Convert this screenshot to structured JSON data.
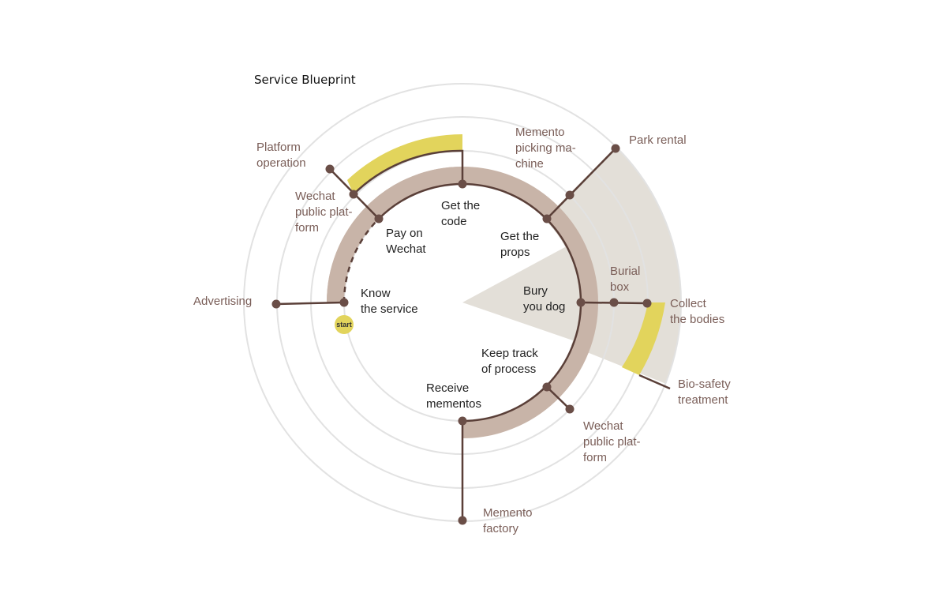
{
  "title": "Service Blueprint",
  "colors": {
    "ring": "#d9d9d9",
    "band": "#c8b4a8",
    "line": "#5a3f38",
    "yellow": "#e2d45c",
    "wedge": "#e3dfd8",
    "outer_text": "#7a5e58",
    "inner_text": "#222222"
  },
  "start_label": "start",
  "steps": [
    {
      "id": "know",
      "lines": [
        "Know",
        "the service"
      ]
    },
    {
      "id": "pay",
      "lines": [
        "Pay on",
        "Wechat"
      ]
    },
    {
      "id": "code",
      "lines": [
        "Get the",
        "code"
      ]
    },
    {
      "id": "props",
      "lines": [
        "Get the",
        "props"
      ]
    },
    {
      "id": "bury",
      "lines": [
        "Bury",
        "you dog"
      ]
    },
    {
      "id": "track",
      "lines": [
        "Keep track",
        "of process"
      ]
    },
    {
      "id": "receive",
      "lines": [
        "Receive",
        "mementos"
      ]
    }
  ],
  "touchpoints": [
    {
      "id": "advertising",
      "lines": [
        "Advertising"
      ]
    },
    {
      "id": "platform-operation",
      "lines": [
        "Platform",
        "operation"
      ]
    },
    {
      "id": "wechat-public-platform-1",
      "lines": [
        "Wechat",
        "public plat-",
        "form"
      ]
    },
    {
      "id": "memento-picking-machine",
      "lines": [
        "Memento",
        "picking ma-",
        "chine"
      ]
    },
    {
      "id": "park-rental",
      "lines": [
        "Park rental"
      ]
    },
    {
      "id": "burial-box",
      "lines": [
        "Burial",
        "box"
      ]
    },
    {
      "id": "collect-bodies",
      "lines": [
        "Collect",
        "the bodies"
      ]
    },
    {
      "id": "bio-safety",
      "lines": [
        "Bio-safety",
        "treatment"
      ]
    },
    {
      "id": "wechat-public-platform-2",
      "lines": [
        "Wechat",
        "public plat-",
        "form"
      ]
    },
    {
      "id": "memento-factory",
      "lines": [
        "Memento",
        "factory"
      ]
    }
  ]
}
